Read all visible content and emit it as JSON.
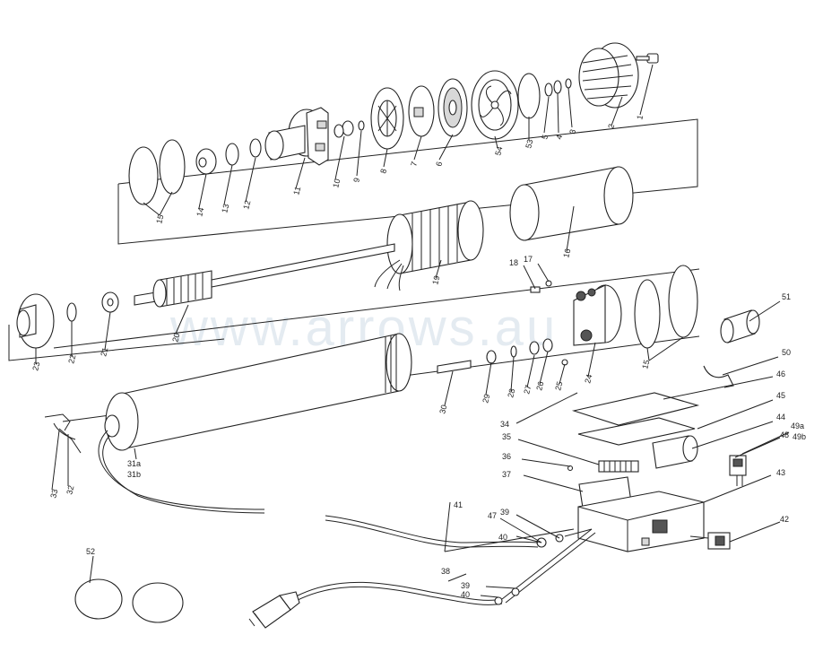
{
  "watermark": "www.arrows.au",
  "callouts": [
    {
      "id": "p1",
      "text": "1"
    },
    {
      "id": "p2",
      "text": "2"
    },
    {
      "id": "p3",
      "text": "3"
    },
    {
      "id": "p4",
      "text": "4"
    },
    {
      "id": "p5",
      "text": "5"
    },
    {
      "id": "p53",
      "text": "53"
    },
    {
      "id": "p54",
      "text": "54"
    },
    {
      "id": "p6",
      "text": "6"
    },
    {
      "id": "p7",
      "text": "7"
    },
    {
      "id": "p8",
      "text": "8"
    },
    {
      "id": "p9",
      "text": "9"
    },
    {
      "id": "p10",
      "text": "10"
    },
    {
      "id": "p11",
      "text": "11"
    },
    {
      "id": "p12",
      "text": "12"
    },
    {
      "id": "p13",
      "text": "13"
    },
    {
      "id": "p14",
      "text": "14"
    },
    {
      "id": "p15a",
      "text": "15"
    },
    {
      "id": "p16",
      "text": "16"
    },
    {
      "id": "p17",
      "text": "17"
    },
    {
      "id": "p18",
      "text": "18"
    },
    {
      "id": "p19",
      "text": "19"
    },
    {
      "id": "p20",
      "text": "20"
    },
    {
      "id": "p21",
      "text": "21"
    },
    {
      "id": "p22",
      "text": "22"
    },
    {
      "id": "p23",
      "text": "23"
    },
    {
      "id": "p24",
      "text": "24"
    },
    {
      "id": "p15b",
      "text": "15"
    },
    {
      "id": "p25",
      "text": "25"
    },
    {
      "id": "p26",
      "text": "26"
    },
    {
      "id": "p27",
      "text": "27"
    },
    {
      "id": "p28",
      "text": "28"
    },
    {
      "id": "p29",
      "text": "29"
    },
    {
      "id": "p30",
      "text": "30"
    },
    {
      "id": "p31a",
      "text": "31a"
    },
    {
      "id": "p31b",
      "text": "31b"
    },
    {
      "id": "p32",
      "text": "32"
    },
    {
      "id": "p33",
      "text": "33"
    },
    {
      "id": "p34",
      "text": "34"
    },
    {
      "id": "p35",
      "text": "35"
    },
    {
      "id": "p36",
      "text": "36"
    },
    {
      "id": "p37",
      "text": "37"
    },
    {
      "id": "p38",
      "text": "38"
    },
    {
      "id": "p39a",
      "text": "39"
    },
    {
      "id": "p39b",
      "text": "39"
    },
    {
      "id": "p40a",
      "text": "40"
    },
    {
      "id": "p40b",
      "text": "40"
    },
    {
      "id": "p41",
      "text": "41"
    },
    {
      "id": "p42",
      "text": "42"
    },
    {
      "id": "p43",
      "text": "43"
    },
    {
      "id": "p44",
      "text": "44"
    },
    {
      "id": "p45",
      "text": "45"
    },
    {
      "id": "p46",
      "text": "46"
    },
    {
      "id": "p47",
      "text": "47"
    },
    {
      "id": "p48",
      "text": "48"
    },
    {
      "id": "p49a",
      "text": "49a"
    },
    {
      "id": "p49b",
      "text": "49b"
    },
    {
      "id": "p50",
      "text": "50"
    },
    {
      "id": "p51",
      "text": "51"
    },
    {
      "id": "p52",
      "text": "52"
    }
  ]
}
